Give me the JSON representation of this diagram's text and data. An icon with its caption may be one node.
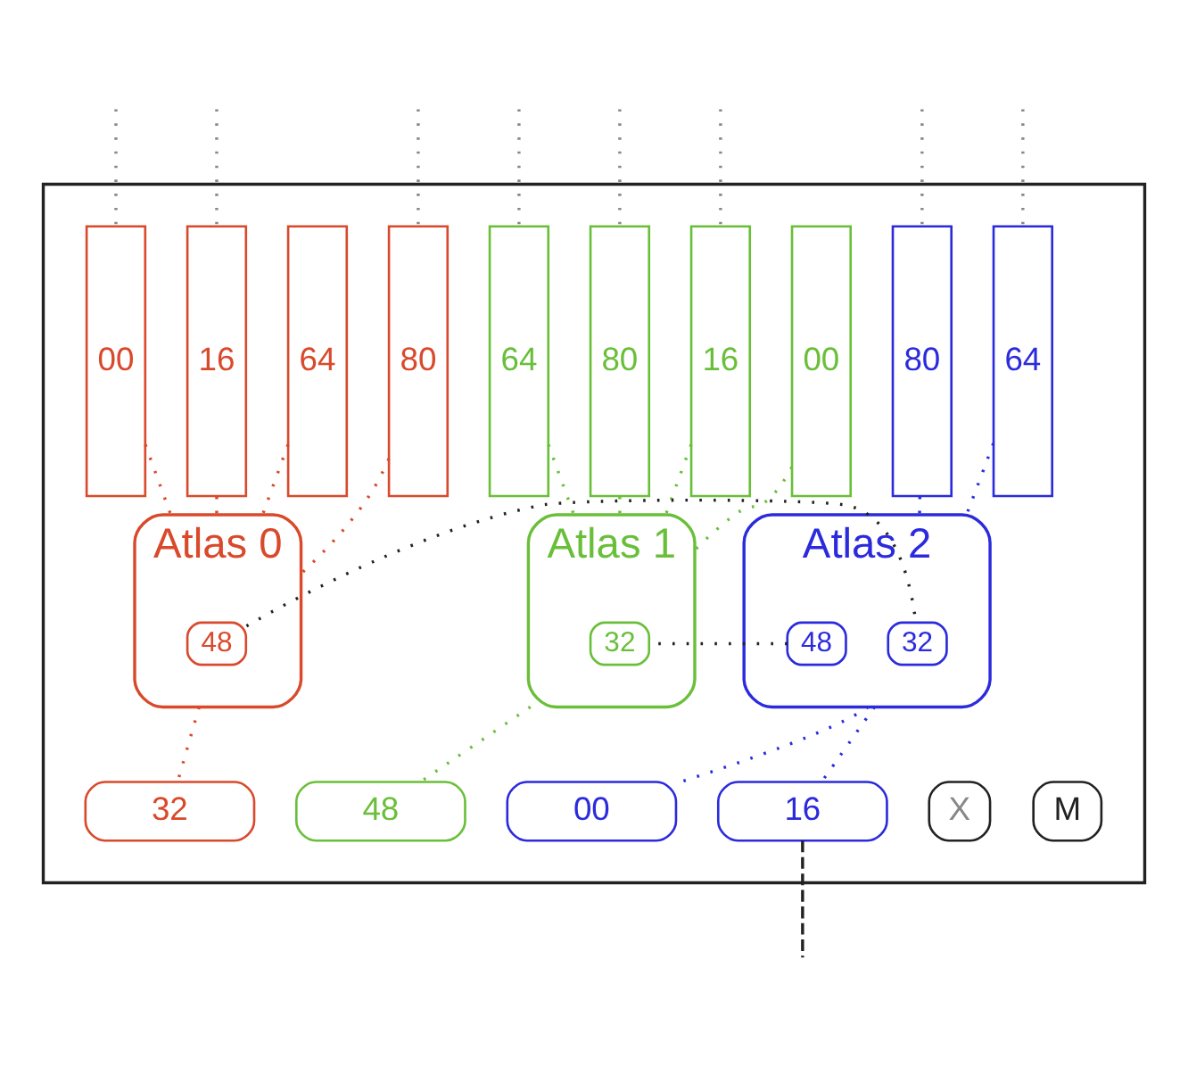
{
  "diagram": {
    "nodes": [
      {
        "text": [],
        "shape": "box"
      },
      {
        "text": [
          "64"
        ],
        "in": 0
      },
      {
        "text": [
          "80"
        ],
        "in": 0
      },
      {
        "text": [
          "64"
        ],
        "in": 0
      },
      {
        "text": [
          "80"
        ],
        "in": 0
      },
      {
        "text": [
          "80"
        ],
        "in": 0
      },
      {
        "text": [
          "64"
        ],
        "in": 0
      },
      {
        "text": [
          "00"
        ],
        "in": 0
      },
      {
        "text": [
          "16"
        ],
        "in": 0
      },
      {
        "text": [
          "16"
        ],
        "in": 0
      },
      {
        "text": [
          "00"
        ],
        "in": 0
      },
      {
        "text": [
          "Atlas 0"
        ],
        "in": 0
      },
      {
        "text": [
          "48"
        ],
        "in": 11
      },
      {
        "text": [
          "Atlas 2"
        ],
        "in": 0
      },
      {
        "text": [
          "32"
        ],
        "in": 13
      },
      {
        "text": [
          "48"
        ],
        "in": 13
      },
      {
        "text": [
          "Atlas 1"
        ],
        "in": 0
      },
      {
        "text": [
          "32"
        ],
        "in": 16
      },
      {
        "text": [
          "32"
        ],
        "in": 0
      },
      {
        "text": [
          "48"
        ],
        "in": 0
      },
      {
        "text": [
          "00"
        ],
        "in": 0
      },
      {
        "text": [
          "16"
        ],
        "in": 0
      },
      {
        "text": [
          "X"
        ],
        "in": 0
      },
      {
        "text": [
          "M"
        ],
        "in": 0
      }
    ],
    "edges": [
      {
        "from": 2,
        "to": null,
        "arrow": "none",
        "color": "#888888"
      },
      {
        "from": 3,
        "to": null,
        "arrow": "none",
        "color": "#888888"
      },
      {
        "from": 4,
        "to": null,
        "arrow": "none",
        "color": "#888888"
      },
      {
        "from": 5,
        "to": null,
        "arrow": "none",
        "color": "#888888"
      },
      {
        "from": 6,
        "to": null,
        "arrow": "none",
        "color": "#888888"
      },
      {
        "from": 7,
        "to": null,
        "arrow": "none",
        "color": "#888888"
      },
      {
        "from": 8,
        "to": null,
        "arrow": "none",
        "color": "#888888"
      },
      {
        "from": 9,
        "to": null,
        "arrow": "none",
        "color": "#888888"
      },
      {
        "from": 1,
        "to": 11,
        "arrow": "none",
        "color": "#d9492b"
      },
      {
        "from": 2,
        "to": 11,
        "arrow": "none",
        "color": "#d9492b"
      },
      {
        "from": 7,
        "to": 11,
        "arrow": "none",
        "color": "#d9492b"
      },
      {
        "from": 8,
        "to": 11,
        "arrow": "none",
        "color": "#d9492b"
      },
      {
        "from": 5,
        "to": 13,
        "arrow": "none",
        "color": "#2b2bdd"
      },
      {
        "from": 6,
        "to": 13,
        "arrow": "none",
        "color": "#2b2bdd"
      },
      {
        "from": 3,
        "to": 16,
        "arrow": "none",
        "color": "#6abf3a"
      },
      {
        "from": 4,
        "to": 16,
        "arrow": "none",
        "color": "#6abf3a"
      },
      {
        "from": 9,
        "to": 16,
        "arrow": "none",
        "color": "#6abf3a"
      },
      {
        "from": 10,
        "to": 16,
        "arrow": "none",
        "color": "#6abf3a"
      },
      {
        "from": 12,
        "to": 14,
        "arrow": "none",
        "color": "#222222"
      },
      {
        "from": 15,
        "to": 17,
        "arrow": "none",
        "color": "#222222"
      },
      {
        "from": 11,
        "to": 18,
        "arrow": "none",
        "color": "#d9492b"
      },
      {
        "from": 16,
        "to": 19,
        "arrow": "none",
        "color": "#6abf3a"
      },
      {
        "from": 13,
        "to": 20,
        "arrow": "none",
        "color": "#2b2bdd"
      },
      {
        "from": 13,
        "to": 21,
        "arrow": "none",
        "color": "#2b2bdd"
      },
      {
        "from": 21,
        "to": null,
        "arrow": "none",
        "style": "dashed",
        "color": "#222222"
      }
    ]
  }
}
